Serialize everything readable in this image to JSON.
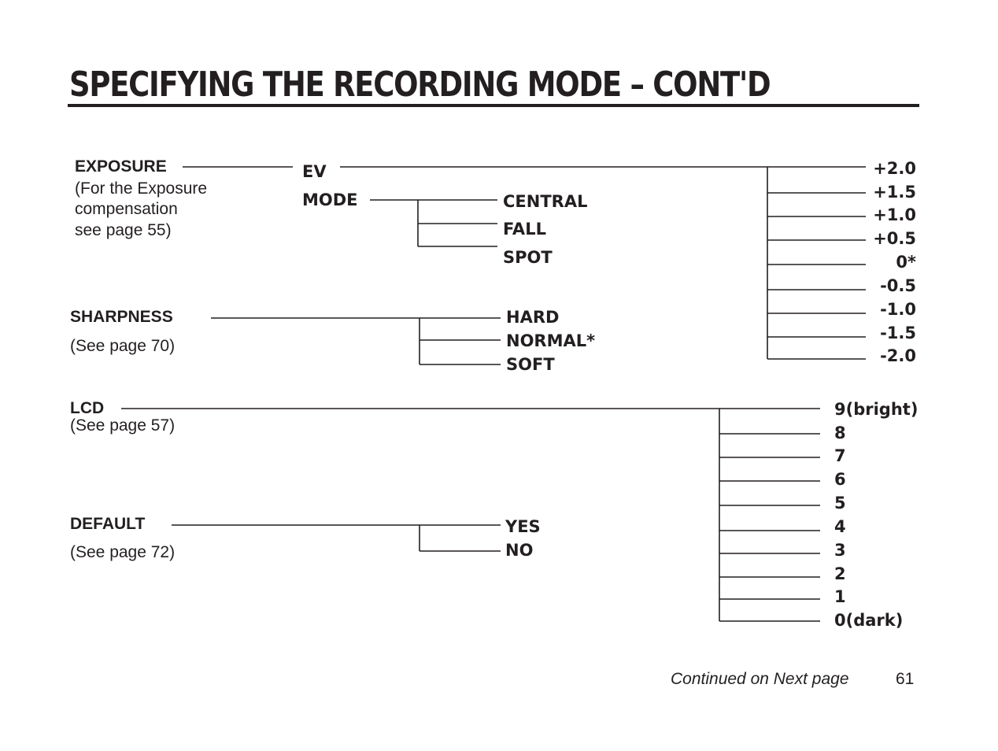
{
  "title": "SPECIFYING THE RECORDING MODE – CONT'D",
  "exposure": {
    "label": "EXPOSURE",
    "note": [
      "(For the Exposure",
      "compensation",
      "see page 55)"
    ],
    "ev_label": "EV",
    "mode_label": "MODE",
    "mode_options": [
      "CENTRAL",
      "FALL",
      "SPOT"
    ],
    "ev_values": [
      "+2.0",
      "+1.5",
      "+1.0",
      "+0.5",
      "0*",
      "-0.5",
      "-1.0",
      "-1.5",
      "-2.0"
    ]
  },
  "sharpness": {
    "label": "SHARPNESS",
    "note": "(See page 70)",
    "options": [
      "HARD",
      "NORMAL*",
      "SOFT"
    ]
  },
  "lcd": {
    "label": "LCD",
    "note": "(See page 57)",
    "levels": [
      "9(bright)",
      "8",
      "7",
      "6",
      "5",
      "4",
      "3",
      "2",
      "1",
      "0(dark)"
    ]
  },
  "default": {
    "label": "DEFAULT",
    "note": "(See page 72)",
    "options": [
      "YES",
      "NO"
    ]
  },
  "footer": {
    "continued": "Continued on Next page",
    "page_number": "61"
  }
}
